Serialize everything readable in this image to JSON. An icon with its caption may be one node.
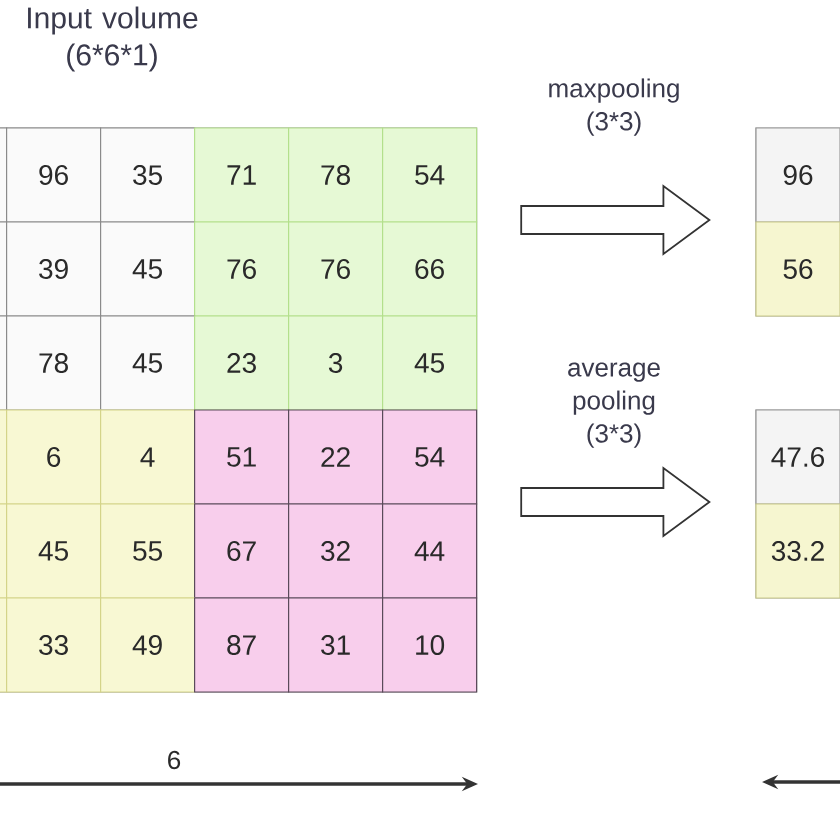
{
  "diagram": {
    "nodes": [
      {
        "text": [
          "Input volume (6*6*1)"
        ]
      },
      {
        "text": [
          "96"
        ],
        "in": 0
      },
      {
        "text": [
          "35"
        ],
        "in": 0
      },
      {
        "text": [
          "71"
        ],
        "in": 0
      },
      {
        "text": [
          "78"
        ],
        "in": 0
      },
      {
        "text": [
          "54"
        ],
        "in": 0
      },
      {
        "text": [
          "39"
        ],
        "in": 0
      },
      {
        "text": [
          "45"
        ],
        "in": 0
      },
      {
        "text": [
          "76"
        ],
        "in": 0
      },
      {
        "text": [
          "76"
        ],
        "in": 0
      },
      {
        "text": [
          "66"
        ],
        "in": 0
      },
      {
        "text": [
          "78"
        ],
        "in": 0
      },
      {
        "text": [
          "45"
        ],
        "in": 0
      },
      {
        "text": [
          "23"
        ],
        "in": 0
      },
      {
        "text": [
          "3"
        ],
        "in": 0
      },
      {
        "text": [
          "45"
        ],
        "in": 0
      },
      {
        "text": [
          "6"
        ],
        "in": 0
      },
      {
        "text": [
          "4"
        ],
        "in": 0
      },
      {
        "text": [
          "51"
        ],
        "in": 0
      },
      {
        "text": [
          "22"
        ],
        "in": 0
      },
      {
        "text": [
          "54"
        ],
        "in": 0
      },
      {
        "text": [
          "45"
        ],
        "in": 0
      },
      {
        "text": [
          "55"
        ],
        "in": 0
      },
      {
        "text": [
          "67"
        ],
        "in": 0
      },
      {
        "text": [
          "32"
        ],
        "in": 0
      },
      {
        "text": [
          "44"
        ],
        "in": 0
      },
      {
        "text": [
          "33"
        ],
        "in": 0
      },
      {
        "text": [
          "49"
        ],
        "in": 0
      },
      {
        "text": [
          "87"
        ],
        "in": 0
      },
      {
        "text": [
          "31"
        ],
        "in": 0
      },
      {
        "text": [
          "10"
        ],
        "in": 0
      },
      {
        "text": [],
        "shape": "box"
      },
      {
        "text": [
          "96"
        ],
        "in": 31
      },
      {
        "text": [
          "56"
        ],
        "in": 31
      },
      {
        "text": [],
        "shape": "box"
      },
      {
        "text": [
          "47.6"
        ],
        "in": 34
      },
      {
        "text": [
          "33.2"
        ],
        "in": 34
      }
    ],
    "edges": [
      {
        "from": 0,
        "to": 31,
        "arrow": "to",
        "label": "maxpooling (3*3)"
      },
      {
        "from": 0,
        "to": 34,
        "arrow": "to",
        "label": "average pooling (3*3)"
      }
    ],
    "labels": [
      "6"
    ]
  }
}
